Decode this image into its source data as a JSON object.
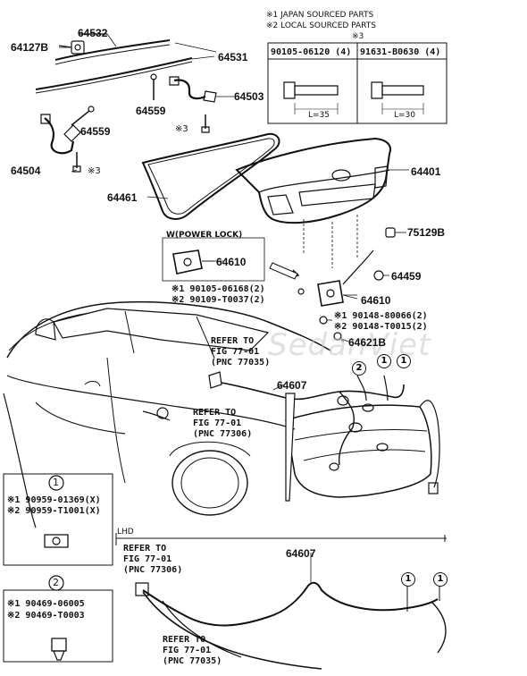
{
  "legend": {
    "line1": "※1 JAPAN SOURCED PARTS",
    "line2": "※2 LOCAL SOURCED PARTS",
    "line3": "※3"
  },
  "bolt_table": {
    "left_part": "90105-06120 (4)",
    "right_part": "91631-B0630 (4)",
    "left_length": "L=35",
    "right_length": "L=30"
  },
  "labels": {
    "p64532": "64532",
    "p64127B": "64127B",
    "p64531": "64531",
    "p64503": "64503",
    "p64559a": "64559",
    "p64559b": "64559",
    "p64504": "64504",
    "star3a": "※3",
    "star3b": "※3",
    "p64461": "64461",
    "p64401": "64401",
    "p75129B": "75129B",
    "power_lock": "W(POWER LOCK)",
    "p64610a": "64610",
    "p64459": "64459",
    "p64610b": "64610",
    "p64621B": "64621B",
    "p64607a": "64607",
    "p64607b": "64607",
    "lhd": "LHD"
  },
  "callouts": {
    "screw1": "※1 90105-06168(2)",
    "screw2": "※2 90109-T0037(2)",
    "nut1": "※1 90148-80066(2)",
    "nut2": "※2 90148-T0015(2)"
  },
  "refers": [
    {
      "l1": "REFER TO",
      "l2": "FIG 77-01",
      "l3": "(PNC 77035)"
    },
    {
      "l1": "REFER TO",
      "l2": "FIG 77-01",
      "l3": "(PNC 77306)"
    },
    {
      "l1": "REFER TO",
      "l2": "FIG 77-01",
      "l3": "(PNC 77306)"
    },
    {
      "l1": "REFER TO",
      "l2": "FIG 77-01",
      "l3": "(PNC 77035)"
    }
  ],
  "clip_box1": {
    "num": "1",
    "p1": "※1 90959-01369(X)",
    "p2": "※2 90959-T1001(X)"
  },
  "clip_box2": {
    "num": "2",
    "p1": "※1 90469-06005",
    "p2": "※2 90469-T0003"
  },
  "markers": [
    "2",
    "1",
    "1",
    "1",
    "1",
    "1"
  ],
  "watermark": "SedanViet"
}
